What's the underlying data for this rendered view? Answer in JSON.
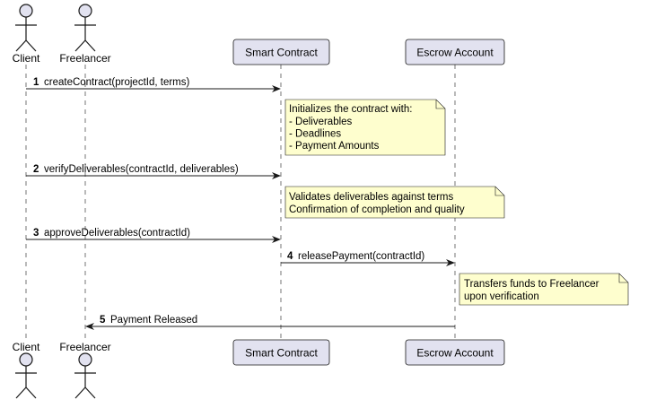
{
  "participants": {
    "client": "Client",
    "freelancer": "Freelancer",
    "smart_contract": "Smart Contract",
    "escrow": "Escrow Account"
  },
  "messages": [
    {
      "num": "1",
      "label": "createContract(projectId, terms)"
    },
    {
      "num": "2",
      "label": "verifyDeliverables(contractId, deliverables)"
    },
    {
      "num": "3",
      "label": "approveDeliverables(contractId)"
    },
    {
      "num": "4",
      "label": "releasePayment(contractId)"
    },
    {
      "num": "5",
      "label": "Payment Released"
    }
  ],
  "notes": {
    "note1": [
      "Initializes the contract with:",
      "- Deliverables",
      "- Deadlines",
      "- Payment Amounts"
    ],
    "note2": [
      "Validates deliverables against terms",
      "Confirmation of completion and quality"
    ],
    "note3": [
      "Transfers funds to Freelancer",
      "upon verification"
    ]
  },
  "colors": {
    "participant_fill": "#e2e2f0",
    "participant_stroke": "#181818",
    "note_fill": "#fefece",
    "note_stroke": "#181818",
    "lifeline": "#181818",
    "arrow": "#181818"
  }
}
